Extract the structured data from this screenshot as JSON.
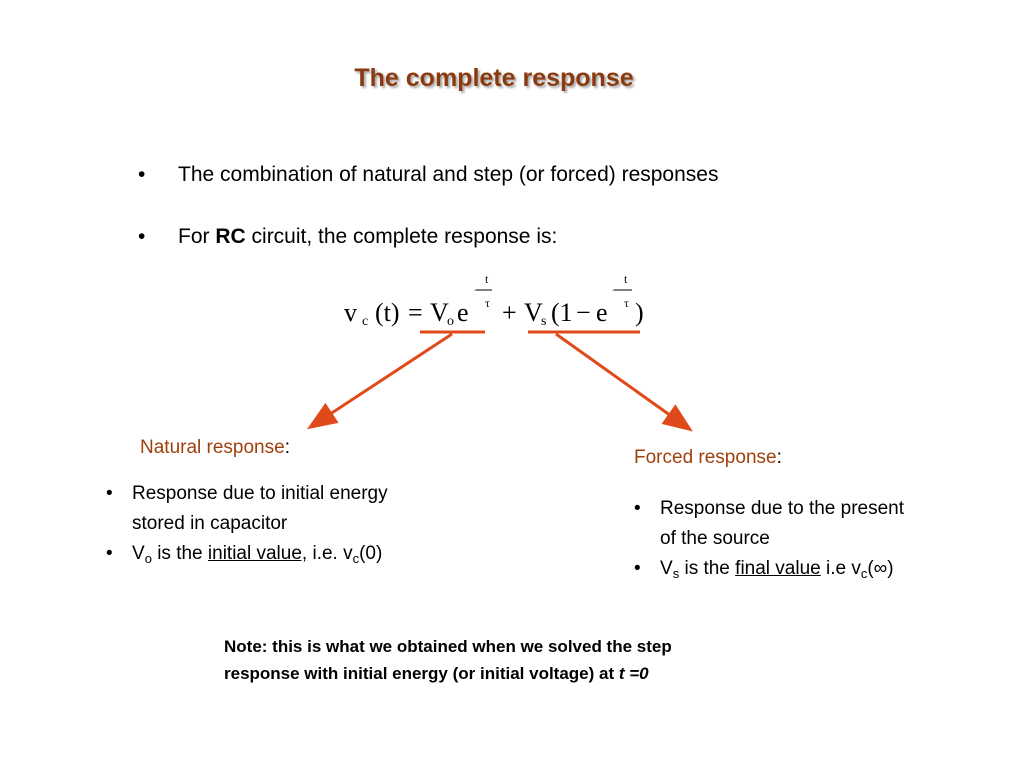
{
  "slide": {
    "title": "The complete response",
    "bullets": [
      {
        "symbol": "•",
        "text": "The combination of natural and step (or forced) responses"
      },
      {
        "symbol": "•",
        "pre": "For ",
        "bold": "RC",
        "post": " circuit, the complete response is:"
      }
    ],
    "equation": {
      "v": "v",
      "c_sub": "c",
      "paren_t": "(t)",
      "equals": "=",
      "V": "V",
      "o_sub": "o",
      "e1": "e",
      "exp_minus": "−",
      "exp_t": "t",
      "exp_tau": "τ",
      "plus": "+",
      "V2": "V",
      "s_sub": "s",
      "open": "(1",
      "minus": "−",
      "e2": "e",
      "close": ")"
    },
    "natural": {
      "heading": "Natural response",
      "colon": ":",
      "items": [
        {
          "bullet": "•",
          "line1": "Response due to initial energy",
          "line2": "stored in capacitor"
        },
        {
          "bullet": "•",
          "V": "V",
          "sub": "o",
          "mid": " is the ",
          "u": "initial value,",
          "post": " i.e. v",
          "sub2": "c",
          "post2": "(0)"
        }
      ]
    },
    "forced": {
      "heading": "Forced response",
      "colon": ":",
      "items": [
        {
          "bullet": "•",
          "line1": "Response due to the present",
          "line2": "of the source"
        },
        {
          "bullet": "•",
          "V": "V",
          "sub": "s",
          "mid": " is the ",
          "u": "final value",
          "post": " i.e v",
          "sub2": "c",
          "post2": "(∞)"
        }
      ]
    },
    "note": {
      "line1": "Note: this is what we obtained when we solved the step",
      "line2": "response with initial energy (or initial voltage) at ",
      "italic": "t =0"
    },
    "colors": {
      "title": "#8b3a10",
      "accent": "#a0400c",
      "arrow": "#e04a1a"
    }
  }
}
